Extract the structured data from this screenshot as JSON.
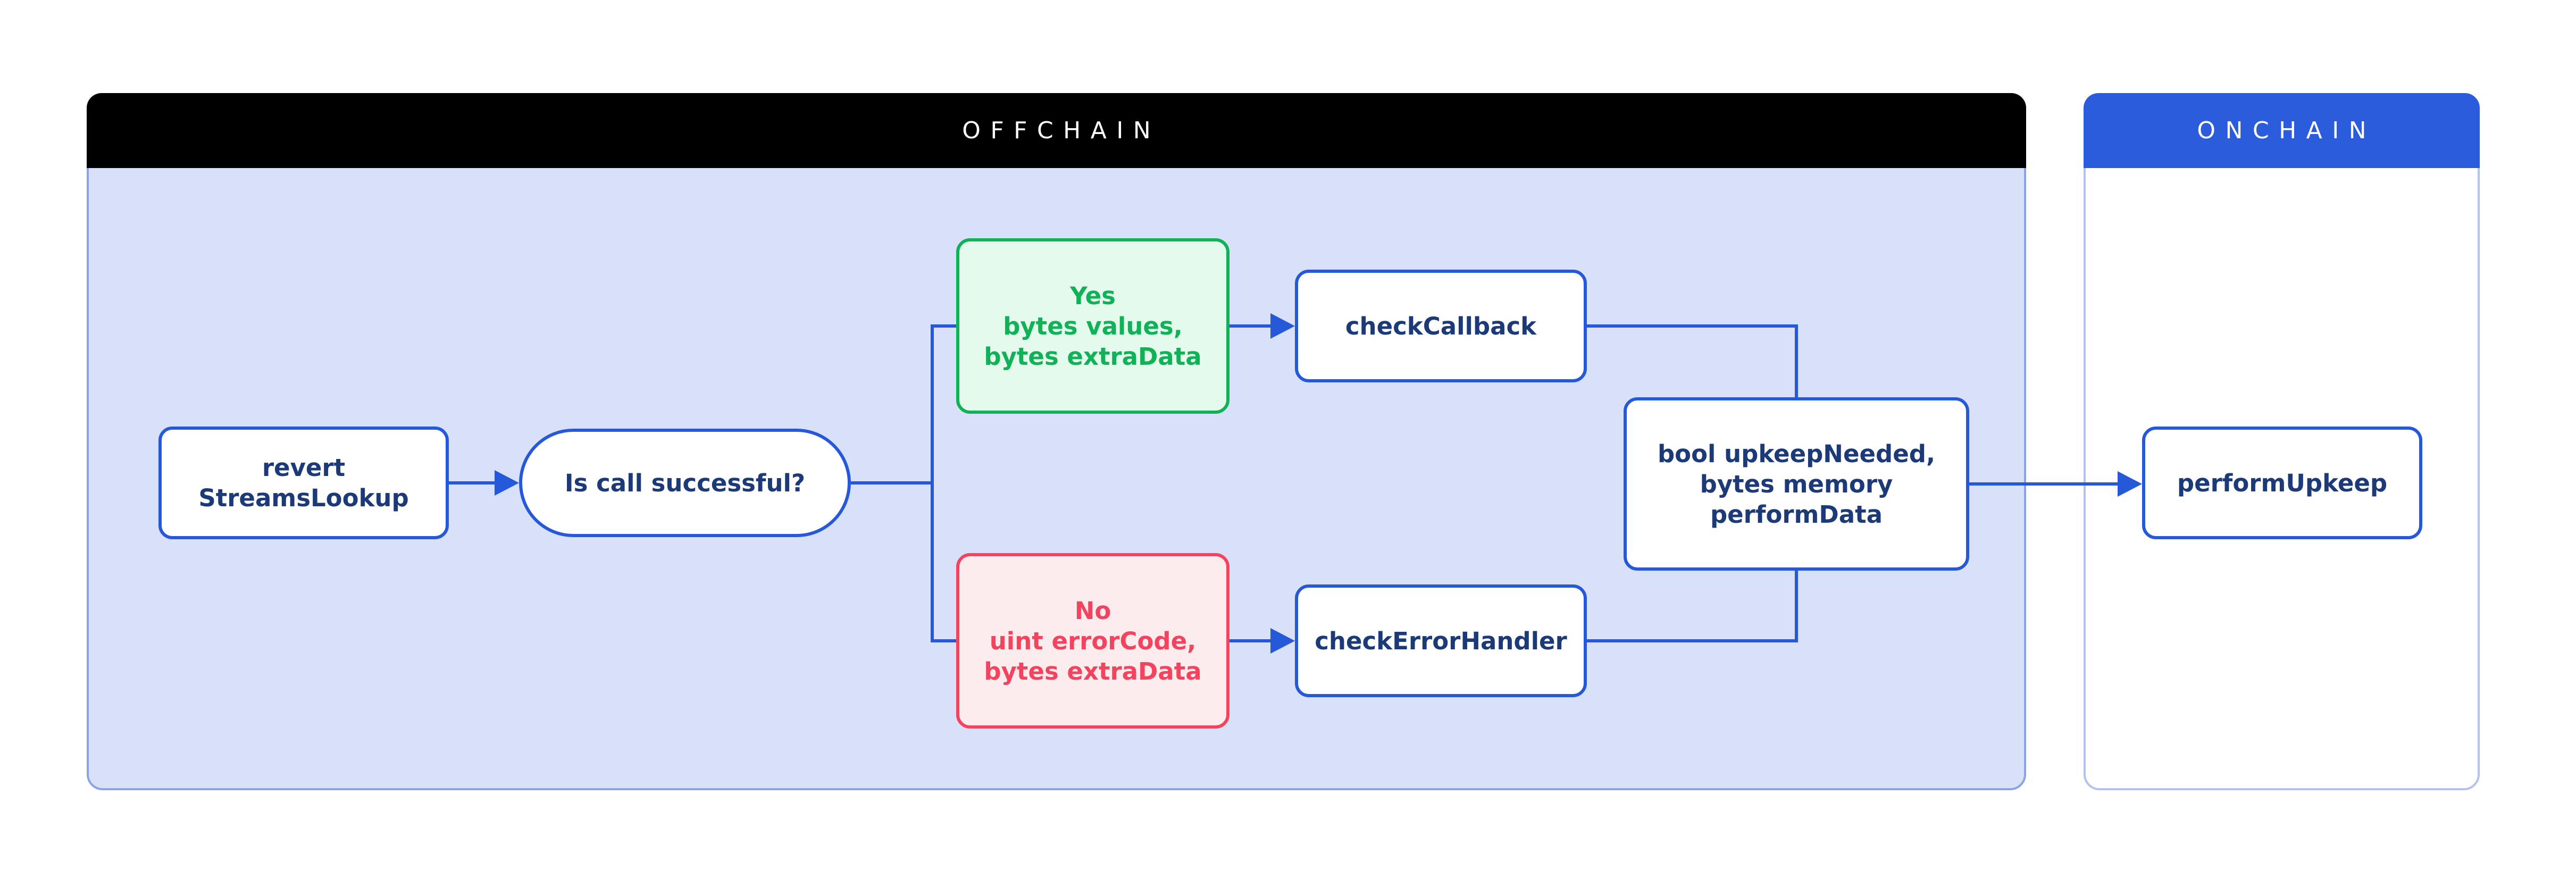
{
  "containers": {
    "offchain": {
      "label": "OFFCHAIN"
    },
    "onchain": {
      "label": "ONCHAIN"
    }
  },
  "nodes": {
    "revert": {
      "lines": [
        "revert",
        "StreamsLookup"
      ]
    },
    "question": {
      "label": "Is call successful?"
    },
    "yes_branch": {
      "lines": [
        "Yes",
        "bytes values,",
        "bytes extraData"
      ]
    },
    "check_callback": {
      "label": "checkCallback"
    },
    "no_branch": {
      "lines": [
        "No",
        "uint errorCode,",
        "bytes extraData"
      ]
    },
    "check_error_handler": {
      "label": "checkErrorHandler"
    },
    "result": {
      "lines": [
        "bool upkeepNeeded,",
        "bytes memory",
        "performData"
      ]
    },
    "perform_upkeep": {
      "label": "performUpkeep"
    }
  },
  "colors": {
    "offchain_header_bg": "#000000",
    "offchain_body_bg": "#D8E1F8",
    "offchain_border": "#8CA3EC",
    "onchain_header_bg": "#2B5CDB",
    "onchain_border": "#B4C2F0",
    "connector_blue": "#2659DA",
    "node_border_blue": "#2659DA",
    "node_text_navy": "#1C3978",
    "yes_green": "#10B157",
    "yes_green_bg": "#E4FAEC",
    "no_red": "#F4435F",
    "no_red_bg": "#FDECEE",
    "header_text": "#FFFFFF"
  }
}
